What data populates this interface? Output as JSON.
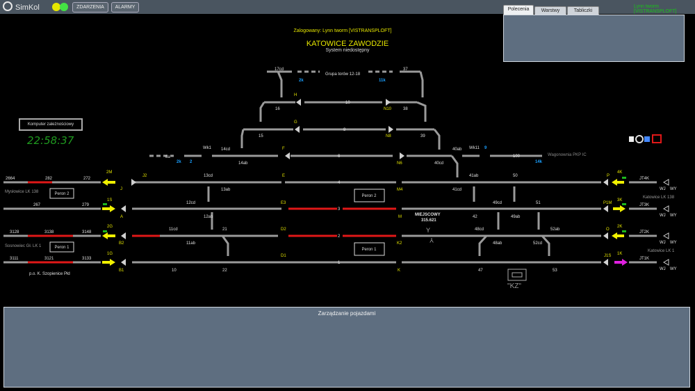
{
  "app": {
    "name": "SimKol",
    "events_button": "ZDARZENIA",
    "alarms_button": "ALARMY"
  },
  "header": {
    "logged_in": "Zalogowany: Lynn tworm [VISTRANSPLOFT]",
    "station": "KATOWICE ZAWODZIE",
    "system_status": "System niedostępny",
    "login_status": "Lynn tworm [VISTRANSPLOFT]"
  },
  "right_panel": {
    "tabs": [
      {
        "label": "Polecenia",
        "active": true
      },
      {
        "label": "Warstwy",
        "active": false
      },
      {
        "label": "Tabliczki",
        "active": false
      }
    ]
  },
  "dispatcher": {
    "box_label": "Komputer zależnościowy",
    "clock": "22:58:37"
  },
  "bottom_panel": {
    "title": "Zarządzanie pojazdami"
  },
  "colors": {
    "background": "#000000",
    "track": "#9a9a9a",
    "occupied_track": "#e01818",
    "signal_yellow": "#f0f000",
    "signal_magenta": "#e020e0",
    "signal_label": "#e6e600",
    "counter_label": "#1aa0ff",
    "panel": "#5e6e80"
  },
  "diagram": {
    "platform_labels": [
      "Peron 2",
      "Peron 1",
      "Peron 2",
      "Peron 1"
    ],
    "stop_label": "Y",
    "stop_name": "MIEJSCOWY",
    "stop_km": "315.621",
    "kz_label": "\"KZ\"",
    "track_group": "Grupa torów 12-18",
    "depot": "Wagonownia PKP IC",
    "signal_labels": [
      "H",
      "N10",
      "G",
      "N8",
      "F",
      "N6",
      "E",
      "M4",
      "E3",
      "M",
      "D2",
      "K2",
      "D1",
      "K",
      "2M",
      "J2",
      "J",
      "1S",
      "A",
      "2G",
      "B2",
      "1G",
      "B1",
      "4K",
      "P",
      "3K",
      "P1M",
      "2K",
      "O",
      "1K",
      "J1S"
    ],
    "track_numbers": [
      "10",
      "8",
      "6",
      "4",
      "3",
      "2",
      "1",
      "100"
    ],
    "switch_labels": [
      "17cd",
      "37",
      "16",
      "38",
      "15",
      "39",
      "14cd",
      "14ab",
      "13cd",
      "13ab",
      "12cd",
      "12ab",
      "11cd",
      "11ab",
      "21",
      "22",
      "10",
      "40ab",
      "40cd",
      "41ab",
      "41cd",
      "50",
      "49cd",
      "49ab",
      "51",
      "42",
      "48cd",
      "48ab",
      "52ab",
      "52cd",
      "47",
      "53",
      "8a",
      "Wk1",
      "Wk11"
    ],
    "counter_labels": [
      "2k",
      "11k",
      "2k",
      "2",
      "9",
      "14k"
    ],
    "block_labels_left": [
      "2664",
      "282",
      "272",
      "267",
      "279",
      "3128",
      "3138",
      "3148",
      "3111",
      "3121",
      "3133"
    ],
    "block_labels_right": [
      "JT4K",
      "JT3K",
      "JT2K",
      "JT1K"
    ],
    "direction_labels": [
      "WJ",
      "WY",
      "WJ",
      "WY",
      "WJ",
      "WY",
      "WJ",
      "WY"
    ],
    "line_labels_left": [
      "Mysłowice LK 138",
      "Sosnowiec Gł. LK 1",
      "p.o. K. Szopienice Płd"
    ],
    "line_labels_right": [
      "Katowice LK 138",
      "Katowice LK 1"
    ]
  }
}
